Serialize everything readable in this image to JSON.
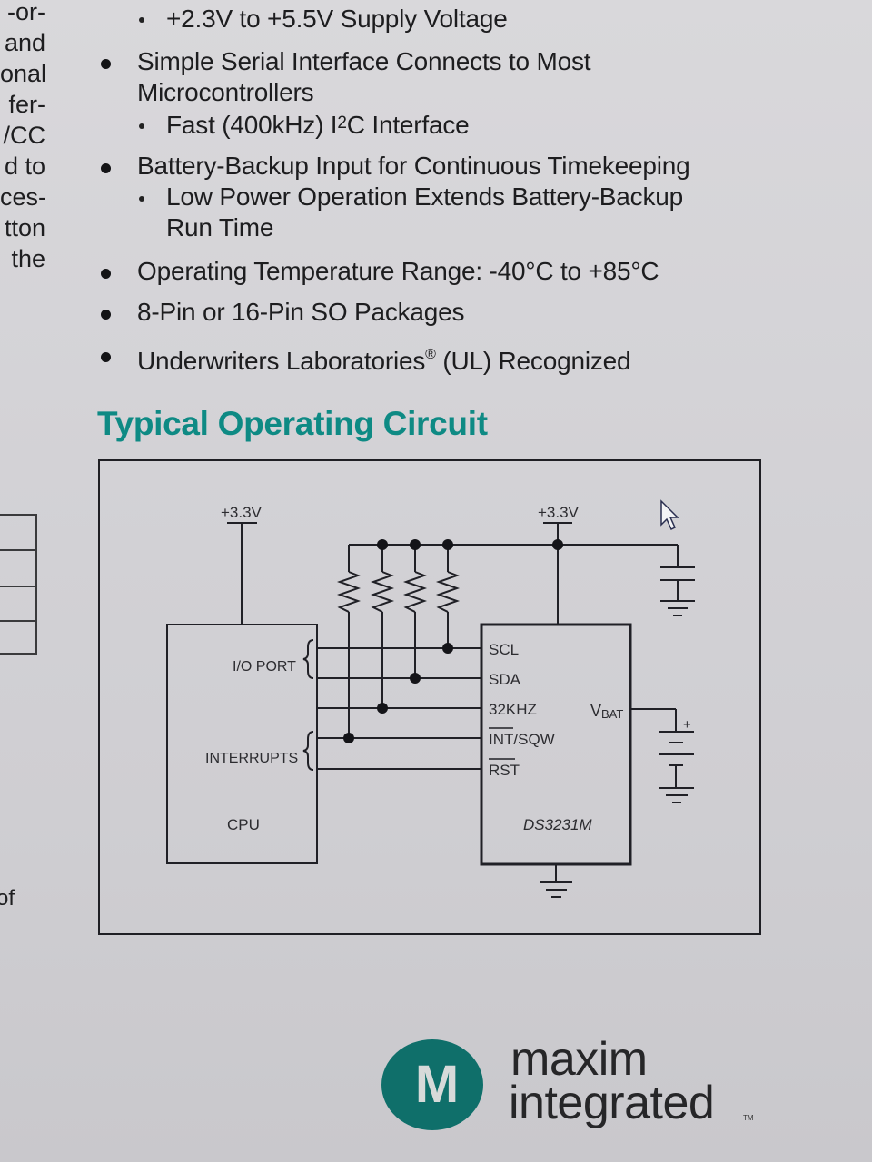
{
  "left_column_fragments": [
    "-or-",
    "and",
    "onal",
    "fer-",
    "/CC",
    "d to",
    "ces-",
    "tton",
    "the"
  ],
  "left_column_bottom_fragment": "of",
  "features": {
    "sub_items_top": [
      "+2.3V to +5.5V Supply Voltage"
    ],
    "items": [
      {
        "text_line1": "Simple Serial Interface Connects to Most",
        "text_line2": "Microcontrollers",
        "sub": {
          "prefix": "Fast (400kHz) I",
          "sup": "2",
          "suffix": "C Interface"
        }
      },
      {
        "text_line1": "Battery-Backup Input for Continuous Timekeeping",
        "sub": {
          "line1": "Low Power Operation Extends Battery-Backup",
          "line2": "Run Time"
        }
      },
      {
        "text_line1": "Operating Temperature Range: -40°C to +85°C"
      },
      {
        "text_line1": "8-Pin or 16-Pin SO Packages"
      },
      {
        "text_line1": "Underwriters Laboratories",
        "registered": "®",
        "text_suffix": " (UL) Recognized"
      }
    ]
  },
  "section_title": "Typical Operating Circuit",
  "circuit": {
    "cpu_supply_label": "+3.3V",
    "rtc_supply_label": "+3.3V",
    "cpu_block": {
      "name": "CPU",
      "io_port_label": "I/O PORT",
      "interrupts_label": "INTERRUPTS"
    },
    "rtc_block": {
      "name": "DS3231M",
      "pins_left": [
        "SCL",
        "SDA",
        "32KHZ",
        "INT/SQW",
        "RST"
      ],
      "overlined_pins": [
        "INT",
        "RST"
      ],
      "vbat_label_main": "V",
      "vbat_label_sub": "BAT"
    },
    "battery_plus": "+",
    "pullup_resistor_count": 4
  },
  "logo": {
    "mark": "M",
    "word1": "maxim",
    "word2": "integrated",
    "trademark": "TM"
  },
  "colors": {
    "title_teal": "#0e8a84",
    "logo_teal": "#0f6f6a",
    "text": "#1c1c1e",
    "line": "#1f1f24"
  }
}
